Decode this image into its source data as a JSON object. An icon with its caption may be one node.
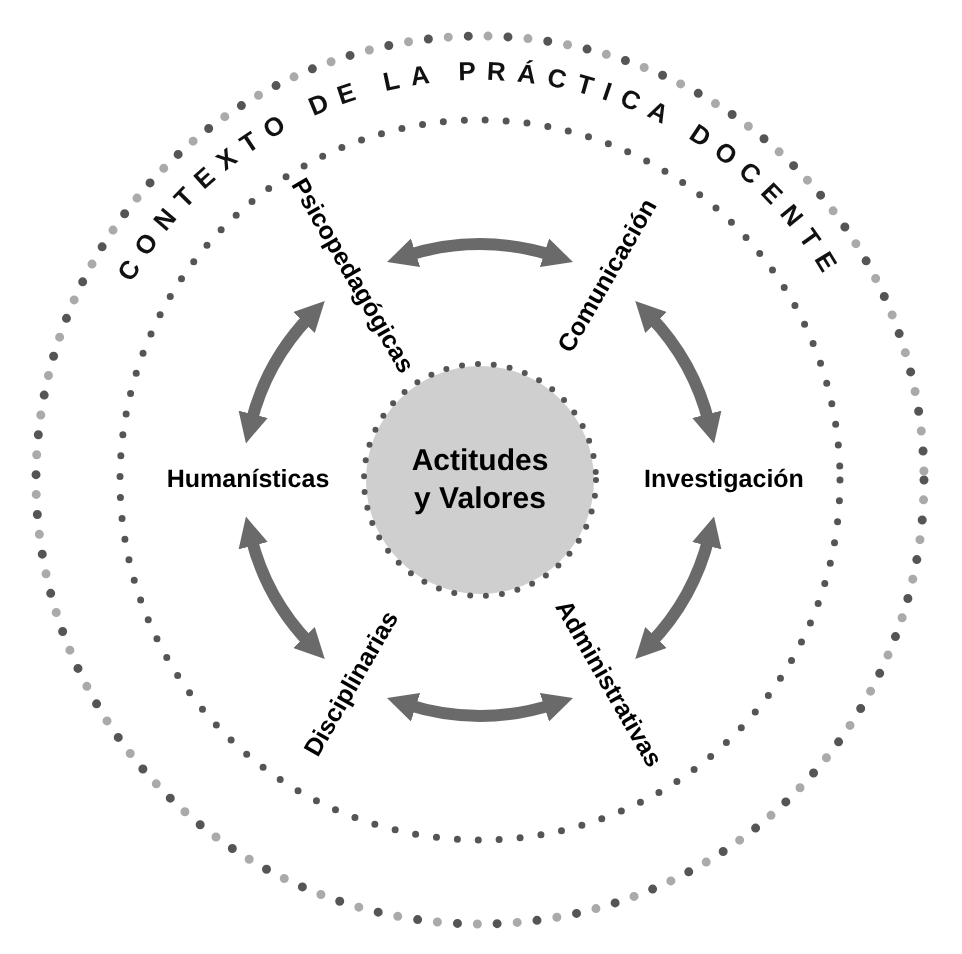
{
  "diagram": {
    "title": "CONTEXTO DE LA PRÁCTICA DOCENTE",
    "nodes": [
      {
        "text": [],
        "shape": "circle"
      },
      {
        "text": [],
        "shape": "circle",
        "in": 0
      },
      {
        "text": [
          "Actitudes y Valores"
        ],
        "in": 1
      },
      {
        "text": [
          "Psicopedagógicas"
        ],
        "in": 1
      },
      {
        "text": [
          "Comunicación"
        ],
        "in": 1
      },
      {
        "text": [
          "Humanísticas"
        ],
        "in": 1
      },
      {
        "text": [
          "Investigación"
        ],
        "in": 1
      },
      {
        "text": [
          "Disciplinarias"
        ],
        "in": 1
      },
      {
        "text": [
          "Administrativas"
        ],
        "in": 1
      }
    ],
    "edges": [
      {
        "from": 3,
        "to": 4,
        "arrow": "both"
      },
      {
        "from": 4,
        "to": 6,
        "arrow": "both"
      },
      {
        "from": 6,
        "to": 8,
        "arrow": "both"
      },
      {
        "from": 8,
        "to": 7,
        "arrow": "both"
      },
      {
        "from": 7,
        "to": 5,
        "arrow": "both"
      },
      {
        "from": 5,
        "to": 3,
        "arrow": "both"
      }
    ]
  }
}
